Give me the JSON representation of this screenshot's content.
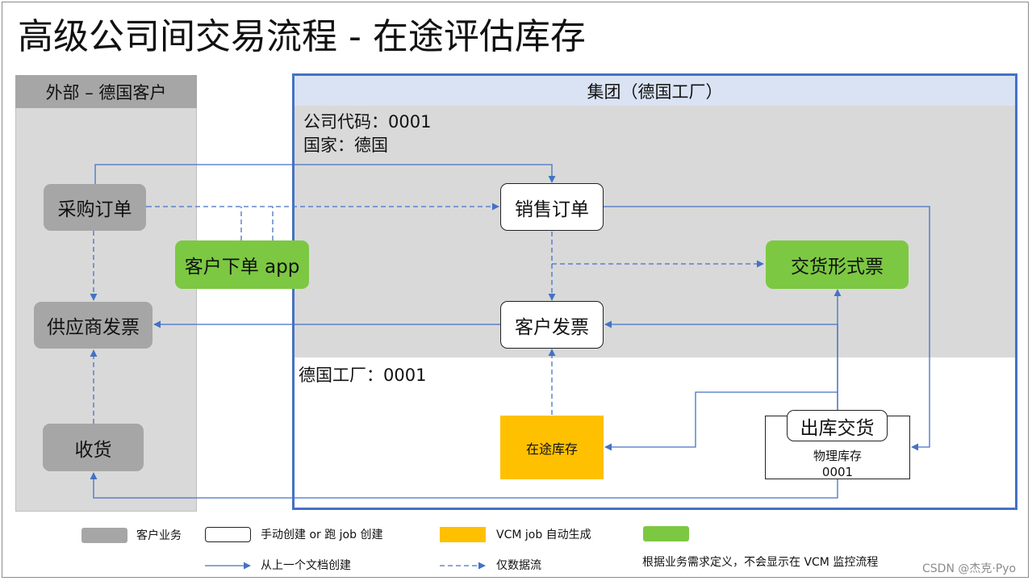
{
  "title": "高级公司间交易流程 - 在途评估库存",
  "external_lane": {
    "header": "外部 – 德国客户"
  },
  "group_lane": {
    "header": "集团（德国工厂）",
    "company_code": {
      "label": "公司代码：",
      "value": "0001"
    },
    "country": {
      "label": "国家：",
      "value": "德国"
    },
    "plant": {
      "label": "德国工厂：",
      "value": "0001"
    }
  },
  "nodes": {
    "purchase_order": "采购订单",
    "vendor_invoice": "供应商发票",
    "goods_receipt": "收货",
    "customer_app": "客户下单 app",
    "sales_order": "销售订单",
    "delivery_form": "交货形式票",
    "customer_invoice": "客户发票",
    "in_transit_stock": "在途库存",
    "outbound_delivery": "出库交货",
    "physical_stock_label": "物理库存",
    "physical_stock_value": "0001"
  },
  "legend": {
    "customer_business": "客户业务",
    "manual_or_job": "手动创建 or 跑 job 创建",
    "vcm_job_auto": "VCM job 自动生成",
    "from_previous_doc": "从上一个文档创建",
    "data_flow_only": "仅数据流",
    "green_note": "根据业务需求定义，不会显示在 VCM 监控流程"
  },
  "watermark": "CSDN @杰克·Pyo",
  "colors": {
    "gray_box": "#a6a6a6",
    "lane_gray": "#d9d9d9",
    "group_border": "#4472c4",
    "group_header": "#dae3f3",
    "green": "#7cc842",
    "orange": "#ffc000",
    "arrow": "#4472c4"
  }
}
